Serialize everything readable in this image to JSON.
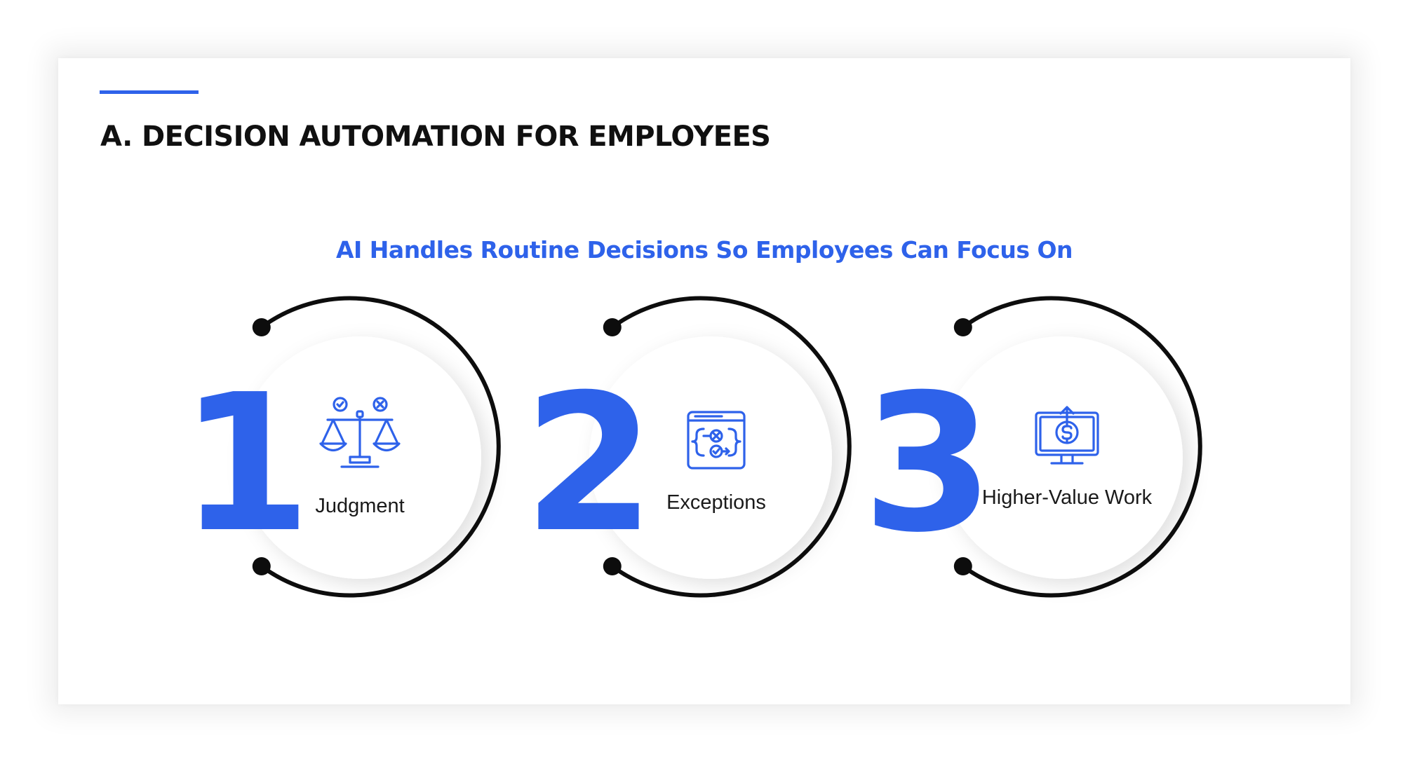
{
  "slide": {
    "title": "A. DECISION AUTOMATION FOR EMPLOYEES",
    "subtitle": "AI Handles Routine Decisions So Employees Can Focus On"
  },
  "steps": [
    {
      "number": "1",
      "label": "Judgment",
      "icon": "scales-icon"
    },
    {
      "number": "2",
      "label": "Exceptions",
      "icon": "exceptions-code-icon"
    },
    {
      "number": "3",
      "label": "Higher-Value Work",
      "icon": "monitor-dollar-icon"
    }
  ],
  "colors": {
    "accent": "#2e62ea",
    "ring": "#0d0d0d",
    "text": "#101010"
  }
}
